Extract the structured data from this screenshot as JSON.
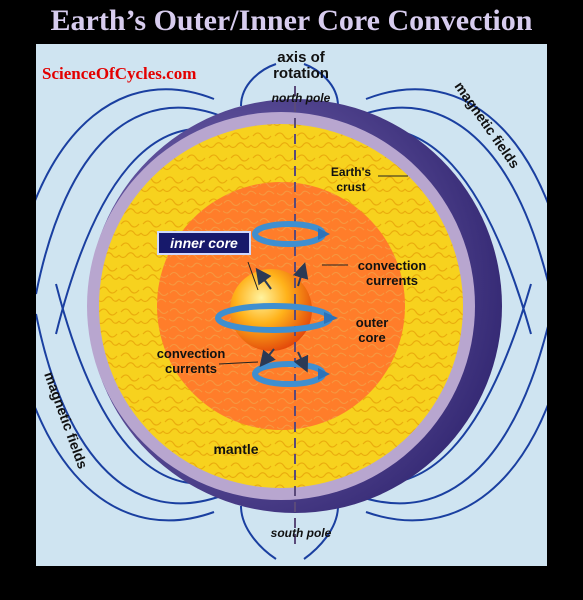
{
  "title": "Earth’s Outer/Inner Core Convection",
  "watermark": "ScienceOfCycles.com",
  "labels": {
    "axis_line1": "axis of",
    "axis_line2": "rotation",
    "north_pole": "north pole",
    "south_pole": "south pole",
    "magnetic_fields_top": "magnetic fields",
    "magnetic_fields_left": "magnetic fields",
    "crust_line1": "Earth's",
    "crust_line2": "crust",
    "inner_core": "inner core",
    "convection_right_line1": "convection",
    "convection_right_line2": "currents",
    "convection_left_line1": "convection",
    "convection_left_line2": "currents",
    "outer_core_line1": "outer",
    "outer_core_line2": "core",
    "mantle": "mantle"
  },
  "colors": {
    "page_background": "#000000",
    "title": "#d7ccee",
    "watermark": "#e30000",
    "panel_background": "#cfe4f1",
    "field_lines": "#1a3fa0",
    "crust": "#b8a6cf",
    "crust_shadow": "#3b2a78",
    "mantle": "#f7d21e",
    "outer_core": "#ff7d2a",
    "inner_core": "#ffa21a",
    "arrows": "#3f8fd0",
    "inner_core_label_box": "#17196b",
    "axis": "#5a4a7a"
  }
}
